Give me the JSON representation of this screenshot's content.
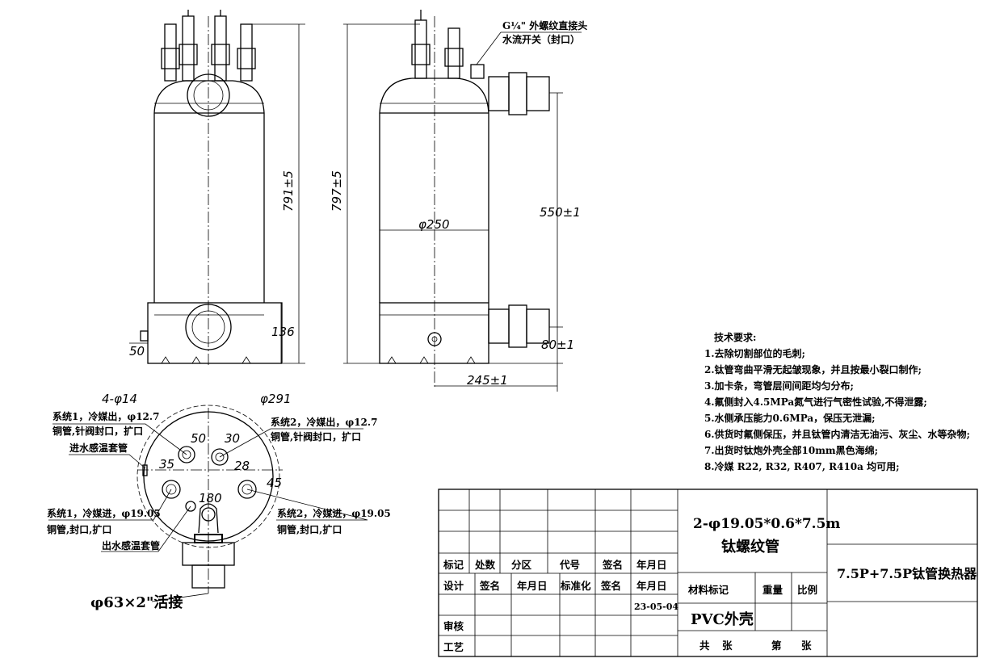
{
  "front_view": {
    "dim_height": "791±5",
    "dim_base": "136",
    "dim_side": "50"
  },
  "side_view": {
    "dim_height": "797±5",
    "dim_550": "550±1",
    "dim_80": "80±1",
    "dim_245": "245±1",
    "dim_dia": "φ250",
    "callout_line1": "G¼\" 外螺纹直接头",
    "callout_line2": "水流开关（封口）"
  },
  "top_view": {
    "holes": "4-φ14",
    "outer_dia": "φ291",
    "d50": "50",
    "d30": "30",
    "d35": "35",
    "d28": "28",
    "d45": "45",
    "d180": "180",
    "sys1_out_1": "系统1，冷媒出，φ12.7",
    "sys1_out_2": "铜管,针阀封口，扩口",
    "sys2_out_1": "系统2，冷媒出，φ12.7",
    "sys2_out_2": "铜管,针阀封口，扩口",
    "water_in_sensor": "进水感温套管",
    "sys1_in_1": "系统1，冷媒进，φ19.05",
    "sys1_in_2": "铜管,封口,扩口",
    "sys2_in_1": "系统2，冷媒进，φ19.05",
    "sys2_in_2": "铜管,封口,扩口",
    "water_out_sensor": "出水感温套管",
    "union": "φ63×2\"活接"
  },
  "tech_requirements": {
    "title": "技术要求:",
    "items": [
      "1.去除切割部位的毛刺;",
      "2.钛管弯曲平滑无起皱现象，并且按最小裂口制作;",
      "3.加卡条，弯管层间间距均匀分布;",
      "4.氟侧封入4.5MPa氮气进行气密性试验,不得泄露;",
      "5.水侧承压能力0.6MPa，保压无泄漏;",
      "6.供货时氟侧保压，并且钛管内清洁无油污、灰尘、水等杂物;",
      "7.出货时钛炮外壳全部10mm黑色海绵;",
      "8.冷媒 R22, R32, R407, R410a 均可用;"
    ]
  },
  "title_block": {
    "header": [
      "标记",
      "处数",
      "分区",
      "代号",
      "签名",
      "年月日"
    ],
    "row2": [
      "设计",
      "签名",
      "年月日",
      "标准化",
      "签名",
      "年月日"
    ],
    "date": "23-05-04",
    "review": "审核",
    "process": "工艺",
    "spec_line1": "2-φ19.05*0.6*7.5m",
    "spec_line2": "钛螺纹管",
    "material_label": "材料标记",
    "weight_label": "重量",
    "scale_label": "比例",
    "material": "PVC外壳",
    "sheets_total": "共",
    "sheets_unit1": "张",
    "sheet_no": "第",
    "sheets_unit2": "张",
    "product_name": "7.5P+7.5P钛管换热器"
  }
}
